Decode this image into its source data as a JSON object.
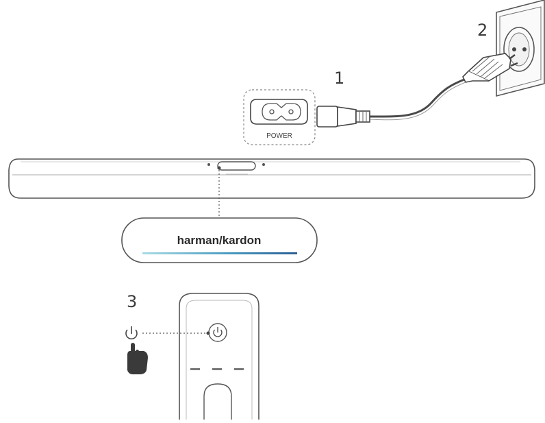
{
  "steps": {
    "step1": "1",
    "step2": "2",
    "step3": "3"
  },
  "power_port": {
    "label": "POWER"
  },
  "brand": {
    "logo_text": "harman/kardon"
  },
  "icons": {
    "power_symbol": "power-icon",
    "hand": "pointing-hand-icon",
    "plug": "eu-plug-icon",
    "outlet": "wall-outlet-icon"
  },
  "colors": {
    "line": "#555555",
    "accent_bar_start": "#9ad3e0",
    "accent_bar_end": "#2d6aa0",
    "hand": "#3a3a3a"
  }
}
